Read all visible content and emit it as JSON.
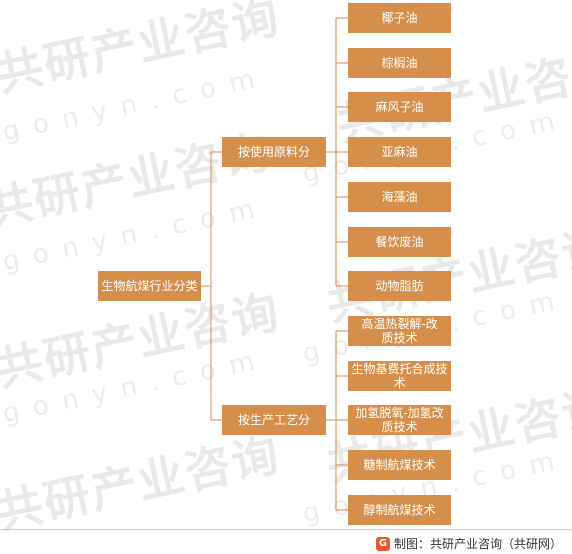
{
  "watermark": {
    "brand_cn": "共研产业咨询",
    "brand_en": "gonyn.com"
  },
  "root": {
    "label": "生物航煤行业分类"
  },
  "branches": [
    {
      "label": "按使用原料分",
      "children": [
        "椰子油",
        "棕榈油",
        "麻风子油",
        "亚麻油",
        "海藻油",
        "餐饮废油",
        "动物脂肪"
      ]
    },
    {
      "label": "按生产工艺分",
      "children": [
        "高温热裂解-改质技术",
        "生物基费托合成技术",
        "加氢脱氧-加氢改质技术",
        "糖制航煤技术",
        "醇制航煤技术"
      ]
    }
  ],
  "footer": {
    "logo_icon": "G",
    "source": "制图：共研产业咨询（共研网）"
  },
  "colors": {
    "node": "#d58f4a",
    "line": "#d58f4a"
  }
}
